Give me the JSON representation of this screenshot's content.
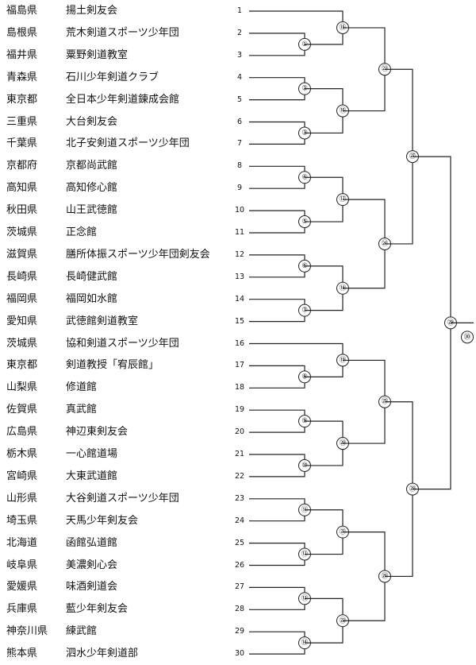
{
  "entries": [
    {
      "seed": "1",
      "pref": "福島県",
      "team": "揚土剣友会"
    },
    {
      "seed": "2",
      "pref": "島根県",
      "team": "荒木剣道スポーツ少年団"
    },
    {
      "seed": "3",
      "pref": "福井県",
      "team": "粟野剣道教室"
    },
    {
      "seed": "4",
      "pref": "青森県",
      "team": "石川少年剣道クラブ"
    },
    {
      "seed": "5",
      "pref": "東京都",
      "team": "全日本少年剣道錬成会館"
    },
    {
      "seed": "6",
      "pref": "三重県",
      "team": "大台剣友会"
    },
    {
      "seed": "7",
      "pref": "千葉県",
      "team": "北子安剣道スポーツ少年団"
    },
    {
      "seed": "8",
      "pref": "京都府",
      "team": "京都尚武館"
    },
    {
      "seed": "9",
      "pref": "高知県",
      "team": "高知修心館"
    },
    {
      "seed": "10",
      "pref": "秋田県",
      "team": "山王武徳館"
    },
    {
      "seed": "11",
      "pref": "茨城県",
      "team": "正念館"
    },
    {
      "seed": "12",
      "pref": "滋賀県",
      "team": "膳所体振スポーツ少年団剣友会"
    },
    {
      "seed": "13",
      "pref": "長崎県",
      "team": "長崎健武館"
    },
    {
      "seed": "14",
      "pref": "福岡県",
      "team": "福岡如水館"
    },
    {
      "seed": "15",
      "pref": "愛知県",
      "team": "武徳館剣道教室"
    },
    {
      "seed": "16",
      "pref": "茨城県",
      "team": "協和剣道スポーツ少年団"
    },
    {
      "seed": "17",
      "pref": "東京都",
      "team": "剣道教授「宥辰館」"
    },
    {
      "seed": "18",
      "pref": "山梨県",
      "team": "修道館"
    },
    {
      "seed": "19",
      "pref": "佐賀県",
      "team": "真武館"
    },
    {
      "seed": "20",
      "pref": "広島県",
      "team": "神辺東剣友会"
    },
    {
      "seed": "21",
      "pref": "栃木県",
      "team": "一心館道場"
    },
    {
      "seed": "22",
      "pref": "宮崎県",
      "team": "大東武道館"
    },
    {
      "seed": "23",
      "pref": "山形県",
      "team": "大谷剣道スポーツ少年団"
    },
    {
      "seed": "24",
      "pref": "埼玉県",
      "team": "天馬少年剣友会"
    },
    {
      "seed": "25",
      "pref": "北海道",
      "team": "函館弘道館"
    },
    {
      "seed": "26",
      "pref": "岐阜県",
      "team": "美濃剣心会"
    },
    {
      "seed": "27",
      "pref": "愛媛県",
      "team": "味酒剣道会"
    },
    {
      "seed": "28",
      "pref": "兵庫県",
      "team": "藍少年剣友会"
    },
    {
      "seed": "29",
      "pref": "神奈川県",
      "team": "練武館"
    },
    {
      "seed": "30",
      "pref": "熊本県",
      "team": "泗水少年剣道部"
    }
  ],
  "matches": [
    {
      "label": "①",
      "a": "e1",
      "b": "e2"
    },
    {
      "label": "②",
      "a": "e3",
      "b": "e4"
    },
    {
      "label": "③",
      "a": "e5",
      "b": "e6"
    },
    {
      "label": "④",
      "a": "e7",
      "b": "e8"
    },
    {
      "label": "⑤",
      "a": "e9",
      "b": "e10"
    },
    {
      "label": "⑥",
      "a": "e11",
      "b": "e12"
    },
    {
      "label": "⑦",
      "a": "e13",
      "b": "e14"
    },
    {
      "label": "⑧",
      "a": "e16",
      "b": "e17"
    },
    {
      "label": "⑨",
      "a": "e18",
      "b": "e19"
    },
    {
      "label": "⑩",
      "a": "e20",
      "b": "e21"
    },
    {
      "label": "⑪",
      "a": "e22",
      "b": "e23"
    },
    {
      "label": "⑫",
      "a": "e24",
      "b": "e25"
    },
    {
      "label": "⑬",
      "a": "e26",
      "b": "e27"
    },
    {
      "label": "⑭",
      "a": "e28",
      "b": "e29"
    },
    {
      "label": "⑮",
      "a": "e0",
      "b": "m0"
    },
    {
      "label": "⑯",
      "a": "m1",
      "b": "m2"
    },
    {
      "label": "⑰",
      "a": "m3",
      "b": "m4"
    },
    {
      "label": "⑱",
      "a": "m5",
      "b": "m6"
    },
    {
      "label": "⑲",
      "a": "e15",
      "b": "m7"
    },
    {
      "label": "⑳",
      "a": "m8",
      "b": "m9"
    },
    {
      "label": "㉑",
      "a": "m10",
      "b": "m11"
    },
    {
      "label": "㉒",
      "a": "m12",
      "b": "m13"
    },
    {
      "label": "㉓",
      "a": "m14",
      "b": "m15"
    },
    {
      "label": "㉔",
      "a": "m16",
      "b": "m17"
    },
    {
      "label": "㉕",
      "a": "m18",
      "b": "m19"
    },
    {
      "label": "㉖",
      "a": "m20",
      "b": "m21"
    },
    {
      "label": "㉗",
      "a": "m22",
      "b": "m23"
    },
    {
      "label": "㉘",
      "a": "m24",
      "b": "m25"
    },
    {
      "label": "㉙",
      "a": "m26",
      "b": "m27"
    },
    {
      "label": "㉚",
      "a": "m28",
      "b": null
    }
  ]
}
